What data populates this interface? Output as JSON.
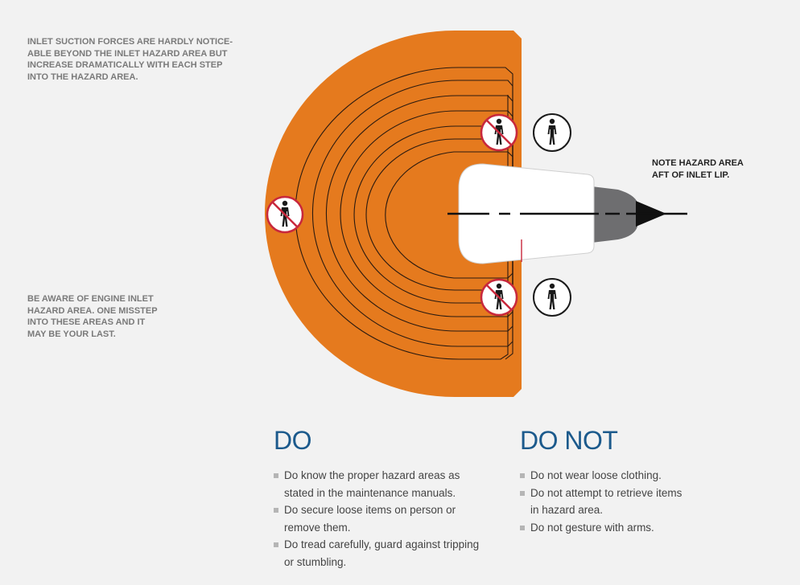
{
  "notes": {
    "suction": "INLET SUCTION FORCES ARE HARDLY NOTICE-\nABLE BEYOND THE INLET HAZARD AREA BUT\nINCREASE DRAMATICALLY WITH EACH STEP\nINTO THE HAZARD AREA.",
    "aware": "BE AWARE OF ENGINE INLET\nHAZARD AREA. ONE MISSTEP\nINTO THESE AREAS AND IT\nMAY BE YOUR LAST.",
    "aft": "NOTE HAZARD AREA\nAFT OF INLET LIP."
  },
  "do": {
    "heading": "DO",
    "items": [
      "Do know the proper hazard areas as stated in the maintenance manuals.",
      "Do secure loose items on person or remove them.",
      "Do tread carefully, guard against tripping or stumbling."
    ]
  },
  "do_not": {
    "heading": "DO NOT",
    "items": [
      "Do not wear loose clothing.",
      "Do not attempt to retrieve items in hazard area.",
      "Do not gesture with arms."
    ]
  },
  "colors": {
    "hazard_orange": "#e57a1e",
    "prohibited_red": "#c8283c",
    "heading_blue": "#1c5a8c",
    "engine_gray": "#6e6e70"
  }
}
